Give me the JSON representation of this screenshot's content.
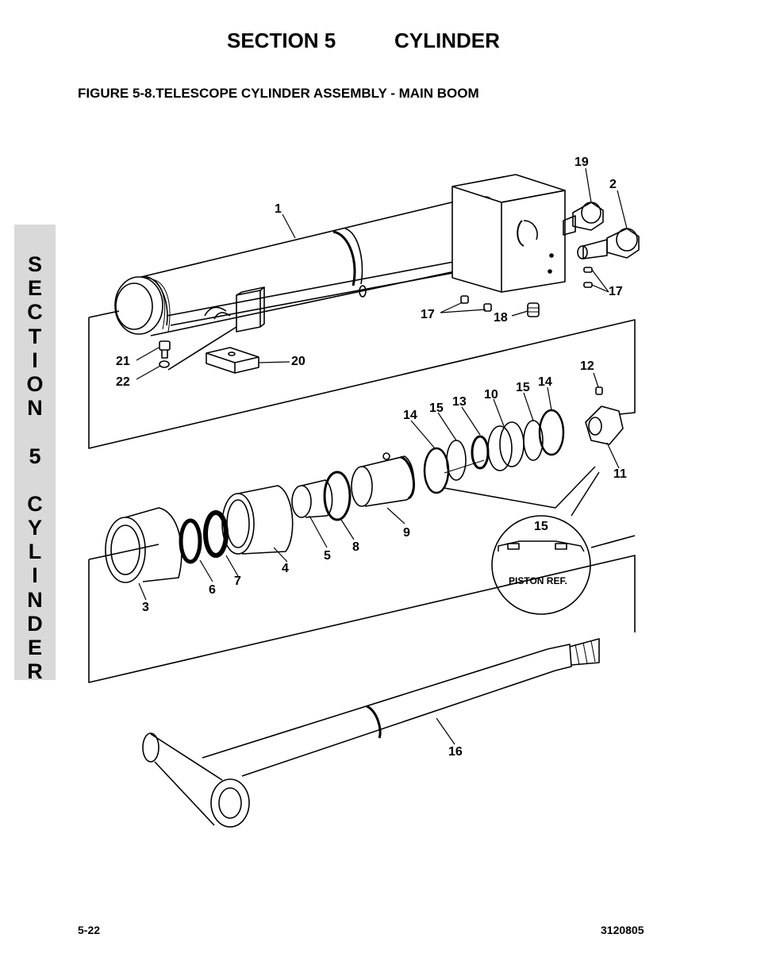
{
  "header": {
    "section": "SECTION 5",
    "topic": "CYLINDER"
  },
  "figure_title": "FIGURE 5-8.TELESCOPE CYLINDER ASSEMBLY - MAIN BOOM",
  "side_tab": [
    "S",
    "E",
    "C",
    "T",
    "I",
    "O",
    "N",
    "",
    "5",
    "",
    "C",
    "Y",
    "L",
    "I",
    "N",
    "D",
    "E",
    "R"
  ],
  "detail_caption": "PISTON REF.",
  "callouts": {
    "c1": "1",
    "c2": "2",
    "c3": "3",
    "c4": "4",
    "c5": "5",
    "c6": "6",
    "c7": "7",
    "c8": "8",
    "c9": "9",
    "c10": "10",
    "c11": "11",
    "c12": "12",
    "c13": "13",
    "c14a": "14",
    "c14b": "14",
    "c15a": "15",
    "c15b": "15",
    "c15c": "15",
    "c16": "16",
    "c17a": "17",
    "c17b": "17",
    "c18": "18",
    "c19": "19",
    "c20": "20",
    "c21": "21",
    "c22": "22"
  },
  "footer": {
    "page": "5-22",
    "doc_number": "3120805"
  }
}
